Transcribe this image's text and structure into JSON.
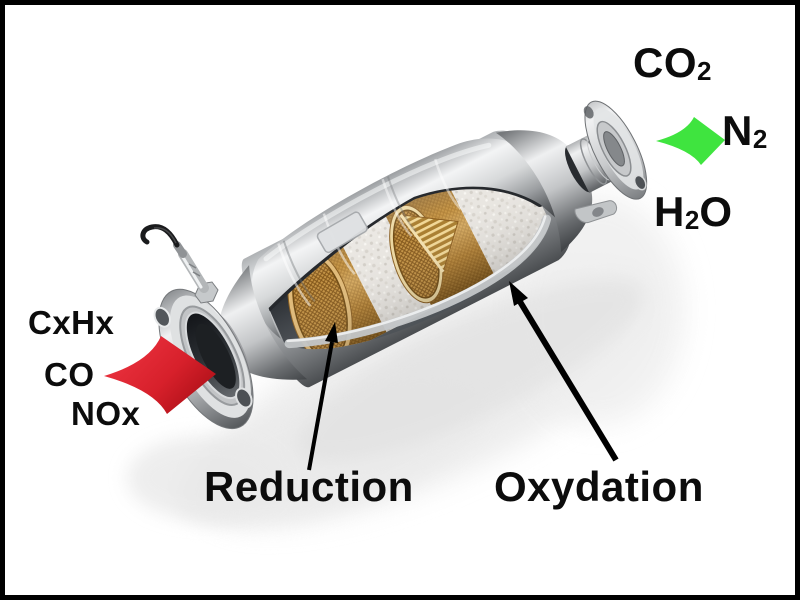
{
  "labels": {
    "inputs": {
      "cxhx": "CxHx",
      "co": "CO",
      "nox": "NOx"
    },
    "outputs": {
      "co2_main": "CO",
      "co2_sub": "2",
      "n2_main": "N",
      "n2_sub": "2",
      "h2o_pre": "H",
      "h2o_sub": "2",
      "h2o_post": "O"
    },
    "processes": {
      "reduction": "Reduction",
      "oxydation": "Oxydation"
    }
  },
  "colors": {
    "input_arrow": "#d7202b",
    "output_arrow": "#3fe43f",
    "annotation_arrow": "#000000",
    "label_text": "#0c0c0c",
    "substrate_gold": "#c79a4e",
    "insulation_mat": "#e9e6e1",
    "steel_body": "#c9cbcd",
    "background": "#ffffff",
    "border": "#000000"
  }
}
